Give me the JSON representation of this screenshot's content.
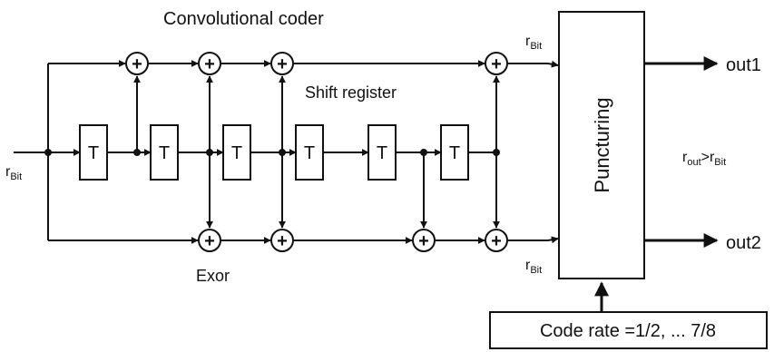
{
  "title": "Convolutional coder",
  "shift_register_label": "Shift register",
  "exor_label": "Exor",
  "register_cell_label": "T",
  "xor_symbol": "+",
  "input": {
    "r": "r",
    "sub": "Bit"
  },
  "rate_top": {
    "r": "r",
    "sub": "Bit"
  },
  "rate_bottom": {
    "r": "r",
    "sub": "Bit"
  },
  "puncturing_label": "Puncturing",
  "rate_relation": {
    "r1": "r",
    "sub1": "out",
    "op": ">",
    "r2": "r",
    "sub2": "Bit"
  },
  "outputs": [
    "out1",
    "out2"
  ],
  "code_rate": "Code rate =1/2, ... 7/8"
}
